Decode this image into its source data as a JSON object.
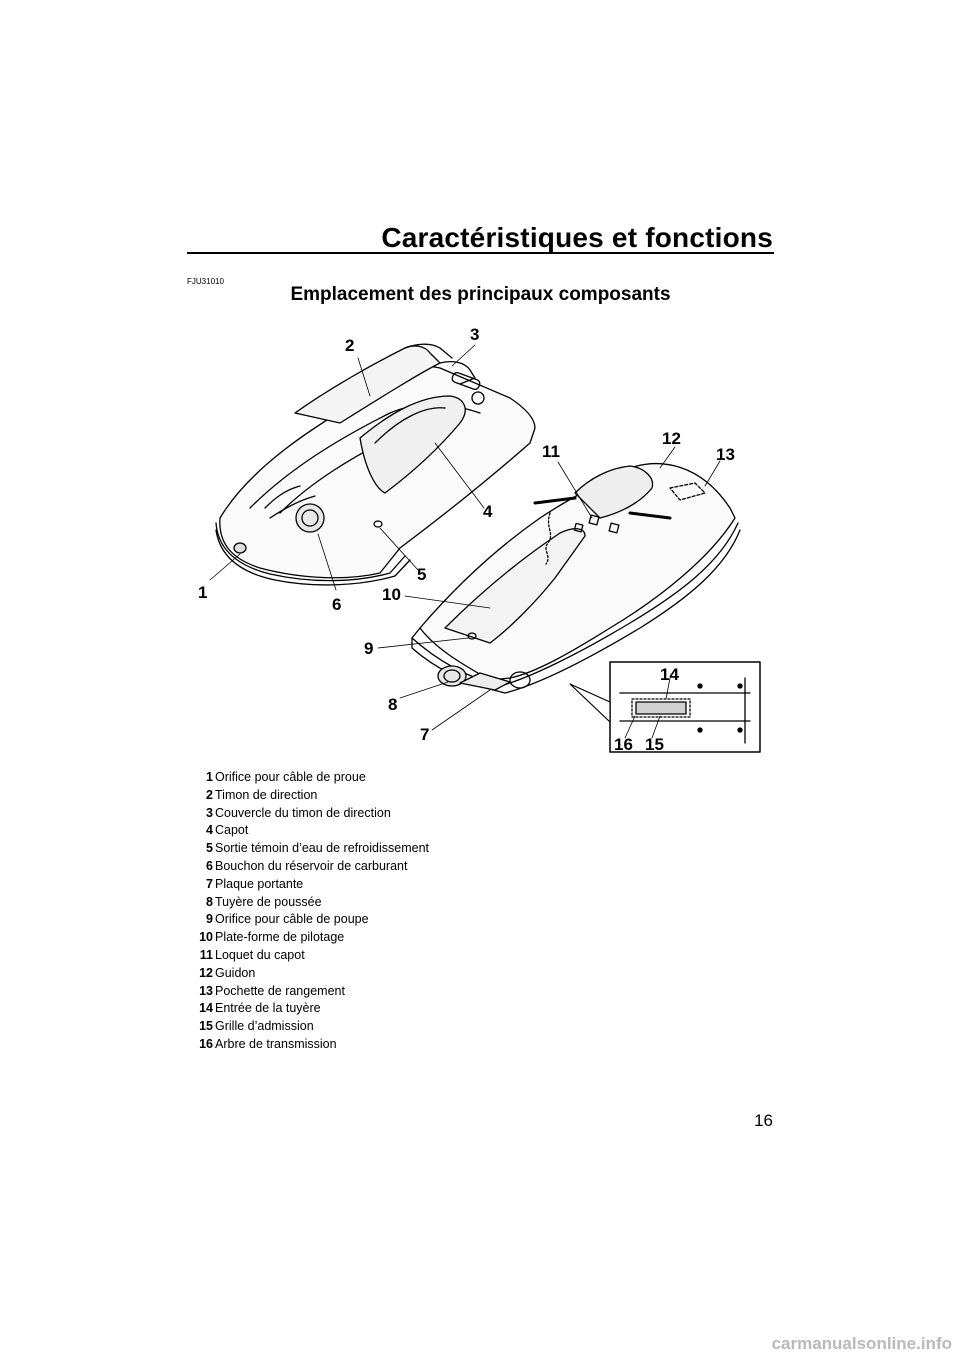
{
  "header": {
    "title": "Caractéristiques et fonctions"
  },
  "section": {
    "code": "FJU31010",
    "title": "Emplacement des principaux composants"
  },
  "figure": {
    "callouts": [
      "1",
      "2",
      "3",
      "4",
      "5",
      "6",
      "7",
      "8",
      "9",
      "10",
      "11",
      "12",
      "13",
      "14",
      "15",
      "16"
    ]
  },
  "legend": [
    {
      "num": "1",
      "label": "Orifice pour câble de proue"
    },
    {
      "num": "2",
      "label": "Timon de direction"
    },
    {
      "num": "3",
      "label": "Couvercle du timon de direction"
    },
    {
      "num": "4",
      "label": "Capot"
    },
    {
      "num": "5",
      "label": "Sortie témoin d’eau de refroidissement"
    },
    {
      "num": "6",
      "label": "Bouchon du réservoir de carburant"
    },
    {
      "num": "7",
      "label": "Plaque portante"
    },
    {
      "num": "8",
      "label": "Tuyère de poussée"
    },
    {
      "num": "9",
      "label": "Orifice pour câble de poupe"
    },
    {
      "num": "10",
      "label": "Plate-forme de pilotage"
    },
    {
      "num": "11",
      "label": "Loquet du capot"
    },
    {
      "num": "12",
      "label": "Guidon"
    },
    {
      "num": "13",
      "label": "Pochette de rangement"
    },
    {
      "num": "14",
      "label": "Entrée de la tuyère"
    },
    {
      "num": "15",
      "label": "Grille d’admission"
    },
    {
      "num": "16",
      "label": "Arbre de transmission"
    }
  ],
  "page_number": "16",
  "watermark": "carmanualsonline.info"
}
